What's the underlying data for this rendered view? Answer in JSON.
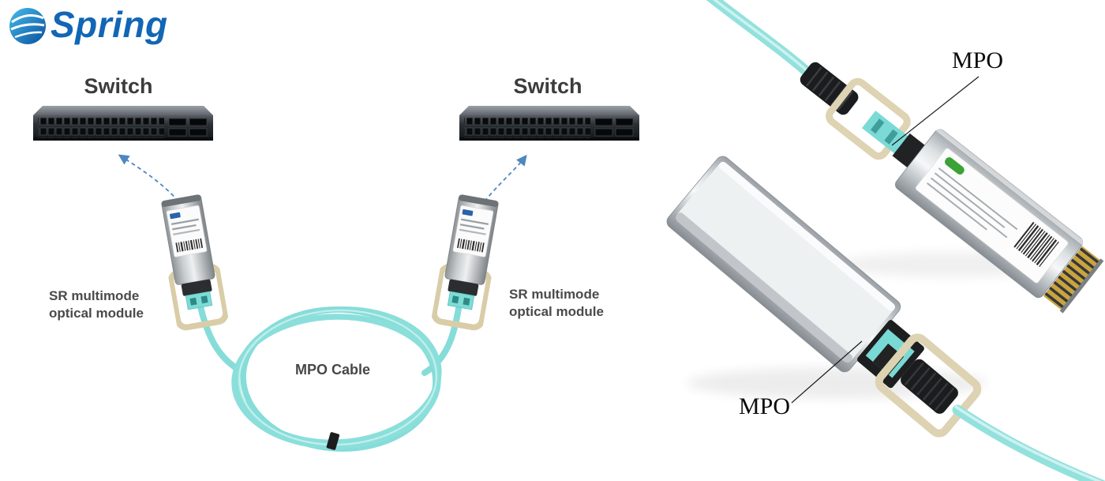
{
  "brand": {
    "name": "Spring"
  },
  "diagram": {
    "switches": [
      {
        "label": "Switch"
      },
      {
        "label": "Switch"
      }
    ],
    "module_captions": [
      {
        "line1": "SR multimode",
        "line2": "optical module"
      },
      {
        "line1": "SR multimode",
        "line2": "optical module"
      }
    ],
    "cable_label": "MPO Cable"
  },
  "photos": {
    "connector_labels": [
      {
        "text": "MPO"
      },
      {
        "text": "MPO"
      }
    ]
  },
  "colors": {
    "brand_blue": "#1266B5",
    "cable_aqua": "#8CDFDB",
    "clip_beige": "#DDD3B2",
    "caption_gray": "#4A4A4A"
  }
}
